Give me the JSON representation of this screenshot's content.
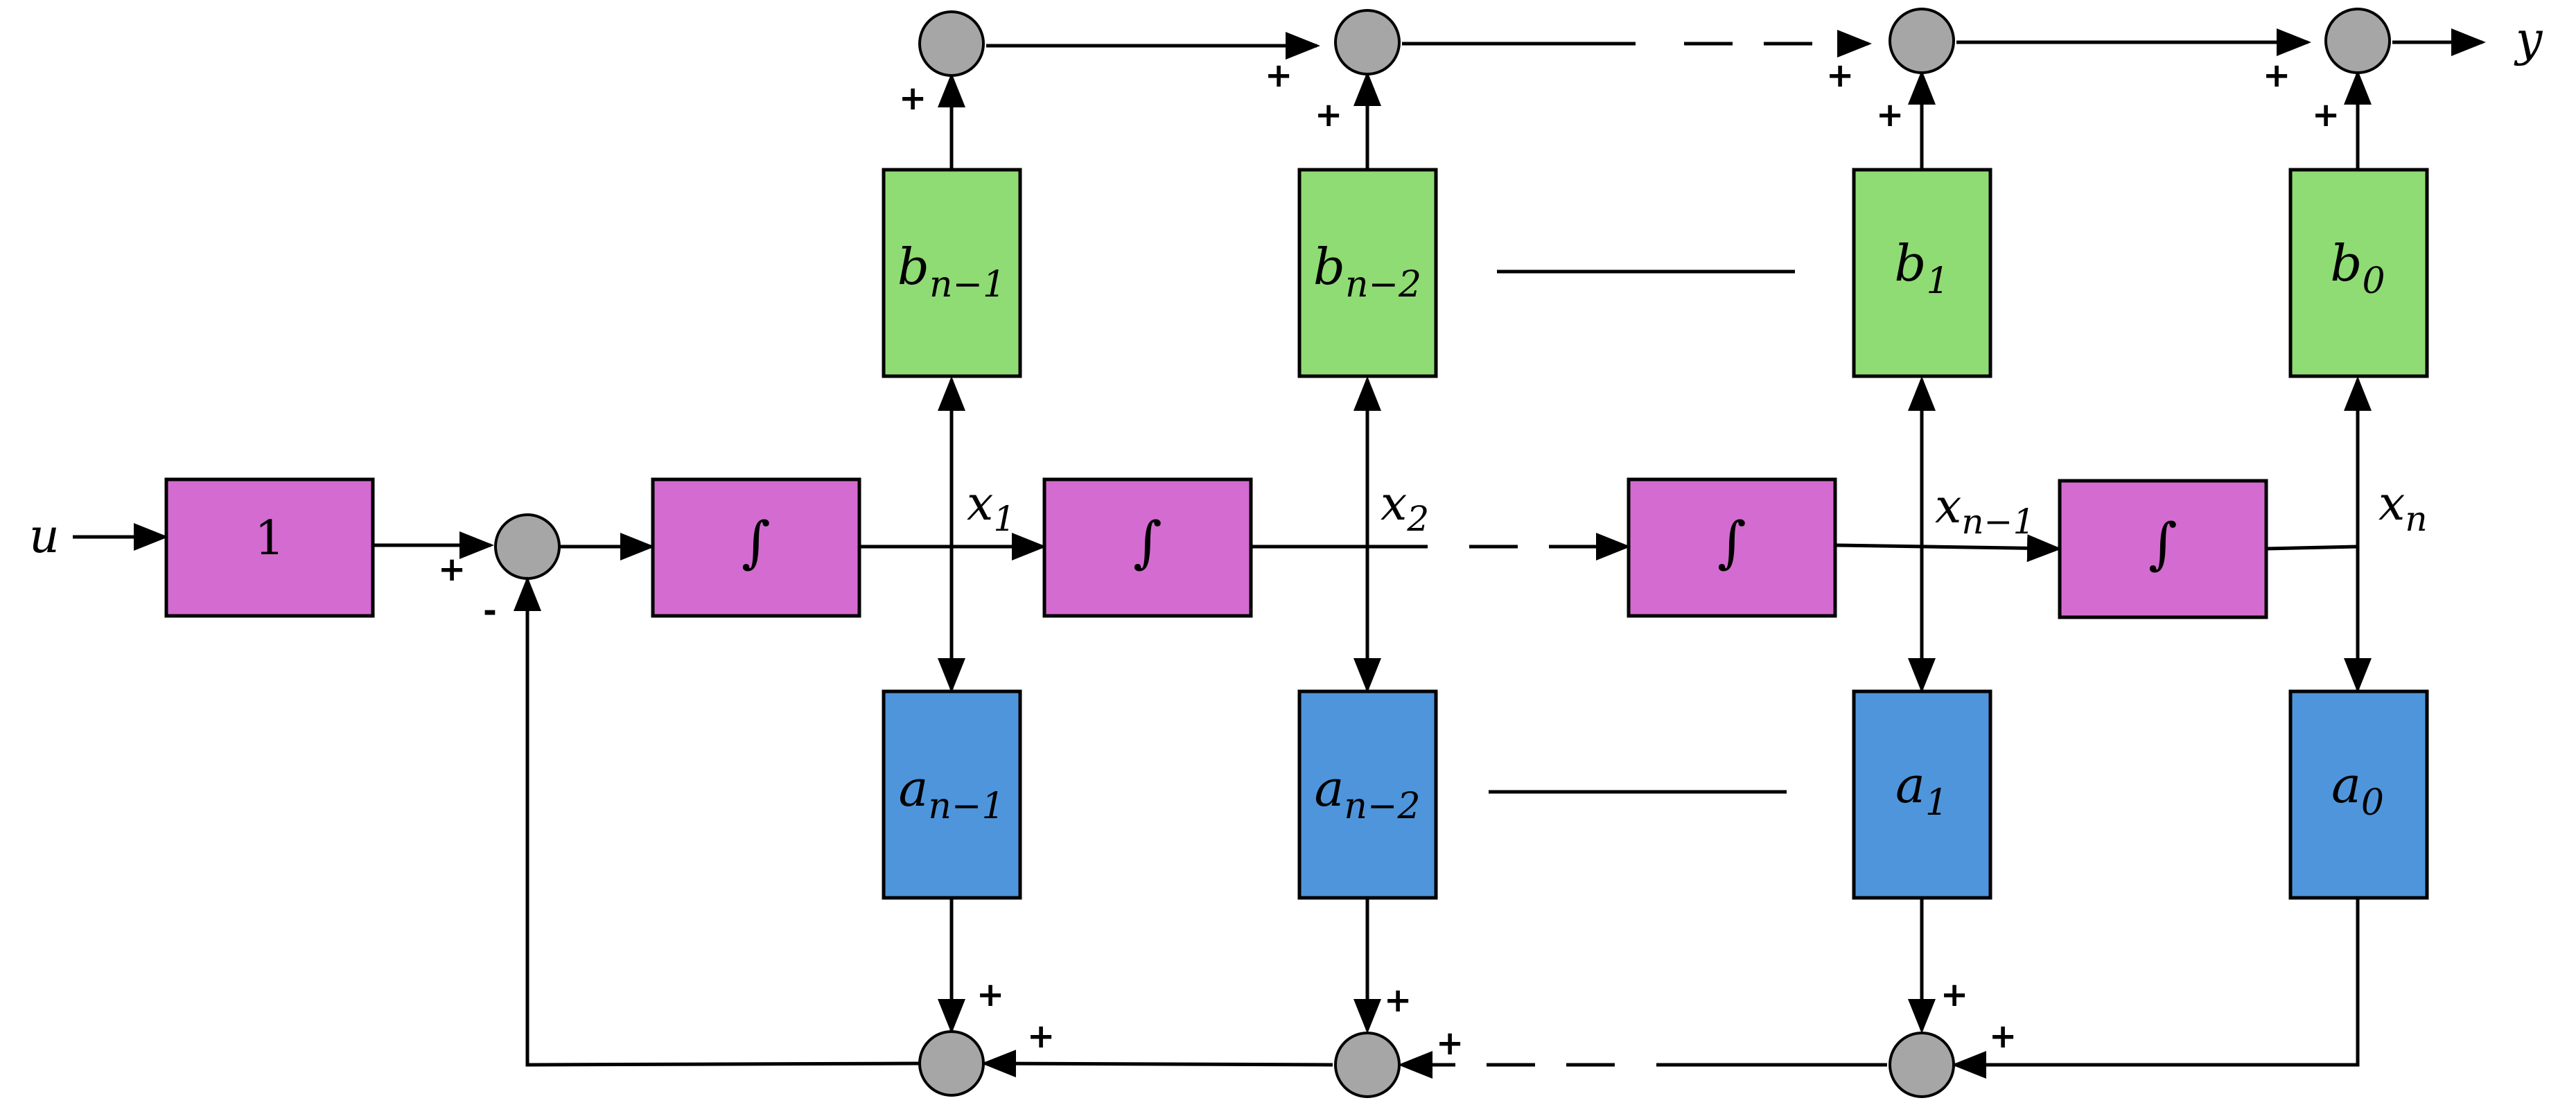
{
  "colors": {
    "gain_block": "#d46bd0",
    "integrator_block": "#d46bd0",
    "numerator_block": "#8fdb74",
    "denominator_block": "#4f95db",
    "summing_junction": "#a6a6a6"
  },
  "signals": {
    "input": "u",
    "output": "y"
  },
  "states": [
    {
      "base": "x",
      "sub": "1"
    },
    {
      "base": "x",
      "sub": "2"
    },
    {
      "base": "x",
      "sub": "n−1"
    },
    {
      "base": "x",
      "sub": "n"
    }
  ],
  "gain_block": {
    "label": "1"
  },
  "integrator_symbol": "∫",
  "numerator_blocks": [
    {
      "base": "b",
      "sub": "n−1"
    },
    {
      "base": "b",
      "sub": "n−2"
    },
    {
      "base": "b",
      "sub": "1"
    },
    {
      "base": "b",
      "sub": "0"
    }
  ],
  "denominator_blocks": [
    {
      "base": "a",
      "sub": "n−1"
    },
    {
      "base": "a",
      "sub": "n−2"
    },
    {
      "base": "a",
      "sub": "1"
    },
    {
      "base": "a",
      "sub": "0"
    }
  ],
  "signs": {
    "plus": "+",
    "minus": "-"
  }
}
